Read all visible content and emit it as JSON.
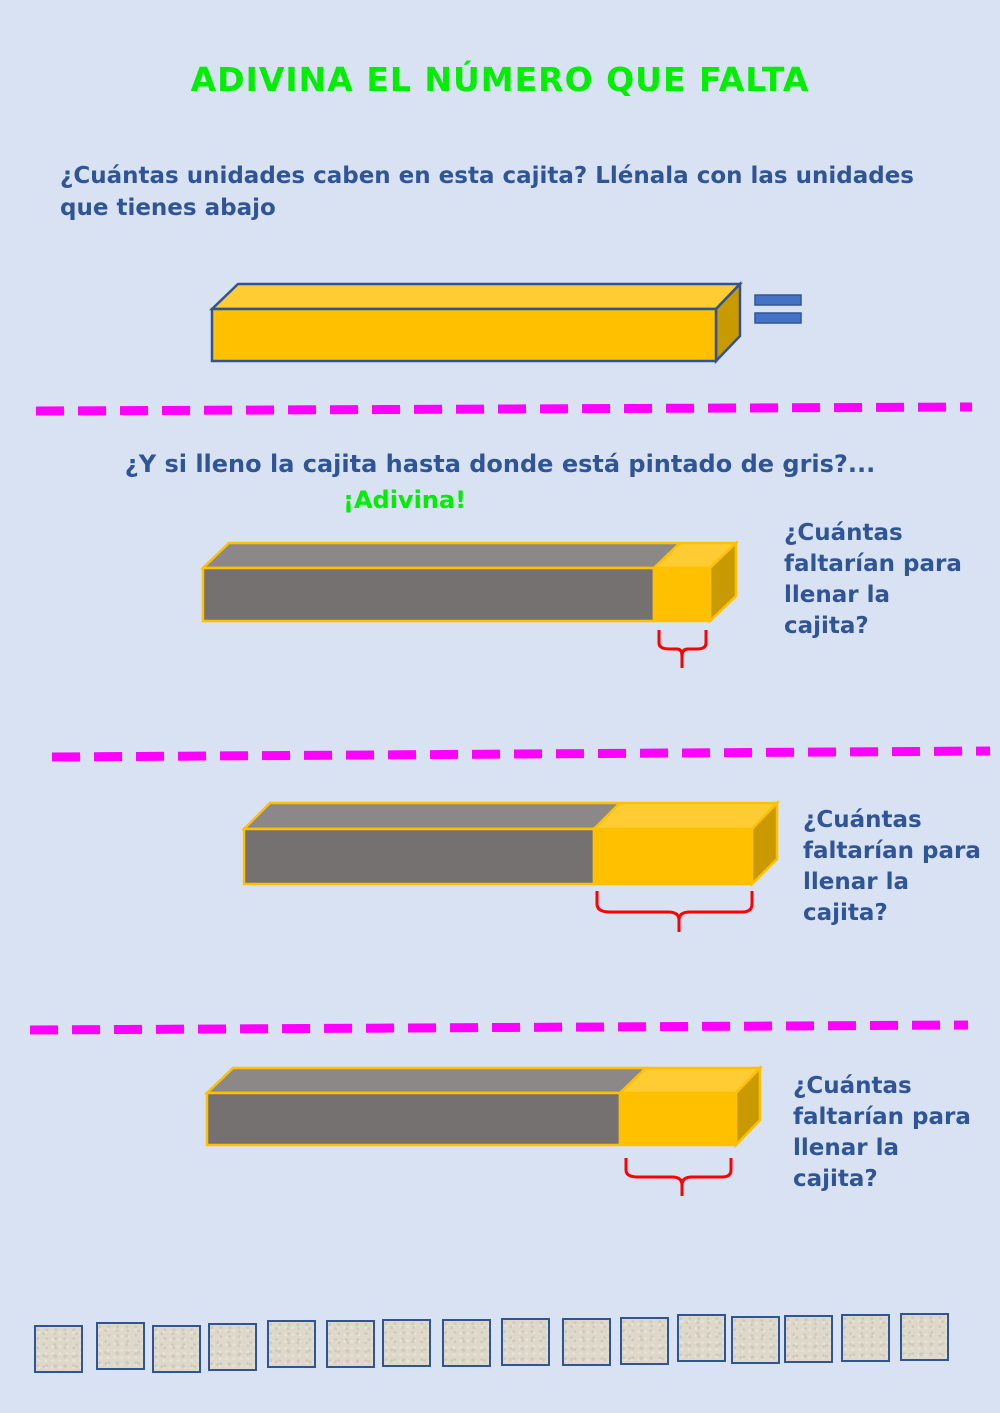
{
  "title": "ADIVINA EL NÚMERO QUE FALTA",
  "intro": "¿Cuántas unidades caben en esta cajita? Llénala con las unidades que tienes abajo",
  "question_gray": "¿Y si lleno la cajita hasta donde está pintado de gris?...",
  "guess": "¡Adivina!",
  "exercises": [
    {
      "question": "¿Cuántas faltarían para llenar la cajita?"
    },
    {
      "question": "¿Cuántas faltarían para llenar la cajita?"
    },
    {
      "question": "¿Cuántas faltarían para llenar la cajita?"
    }
  ],
  "unit_count": 16,
  "colors": {
    "title": "#00ee00",
    "text": "#2f5597",
    "bar_yellow": "#ffc000",
    "bar_gray": "#767171",
    "divider": "#ff00ff",
    "brace": "#ff0000"
  }
}
